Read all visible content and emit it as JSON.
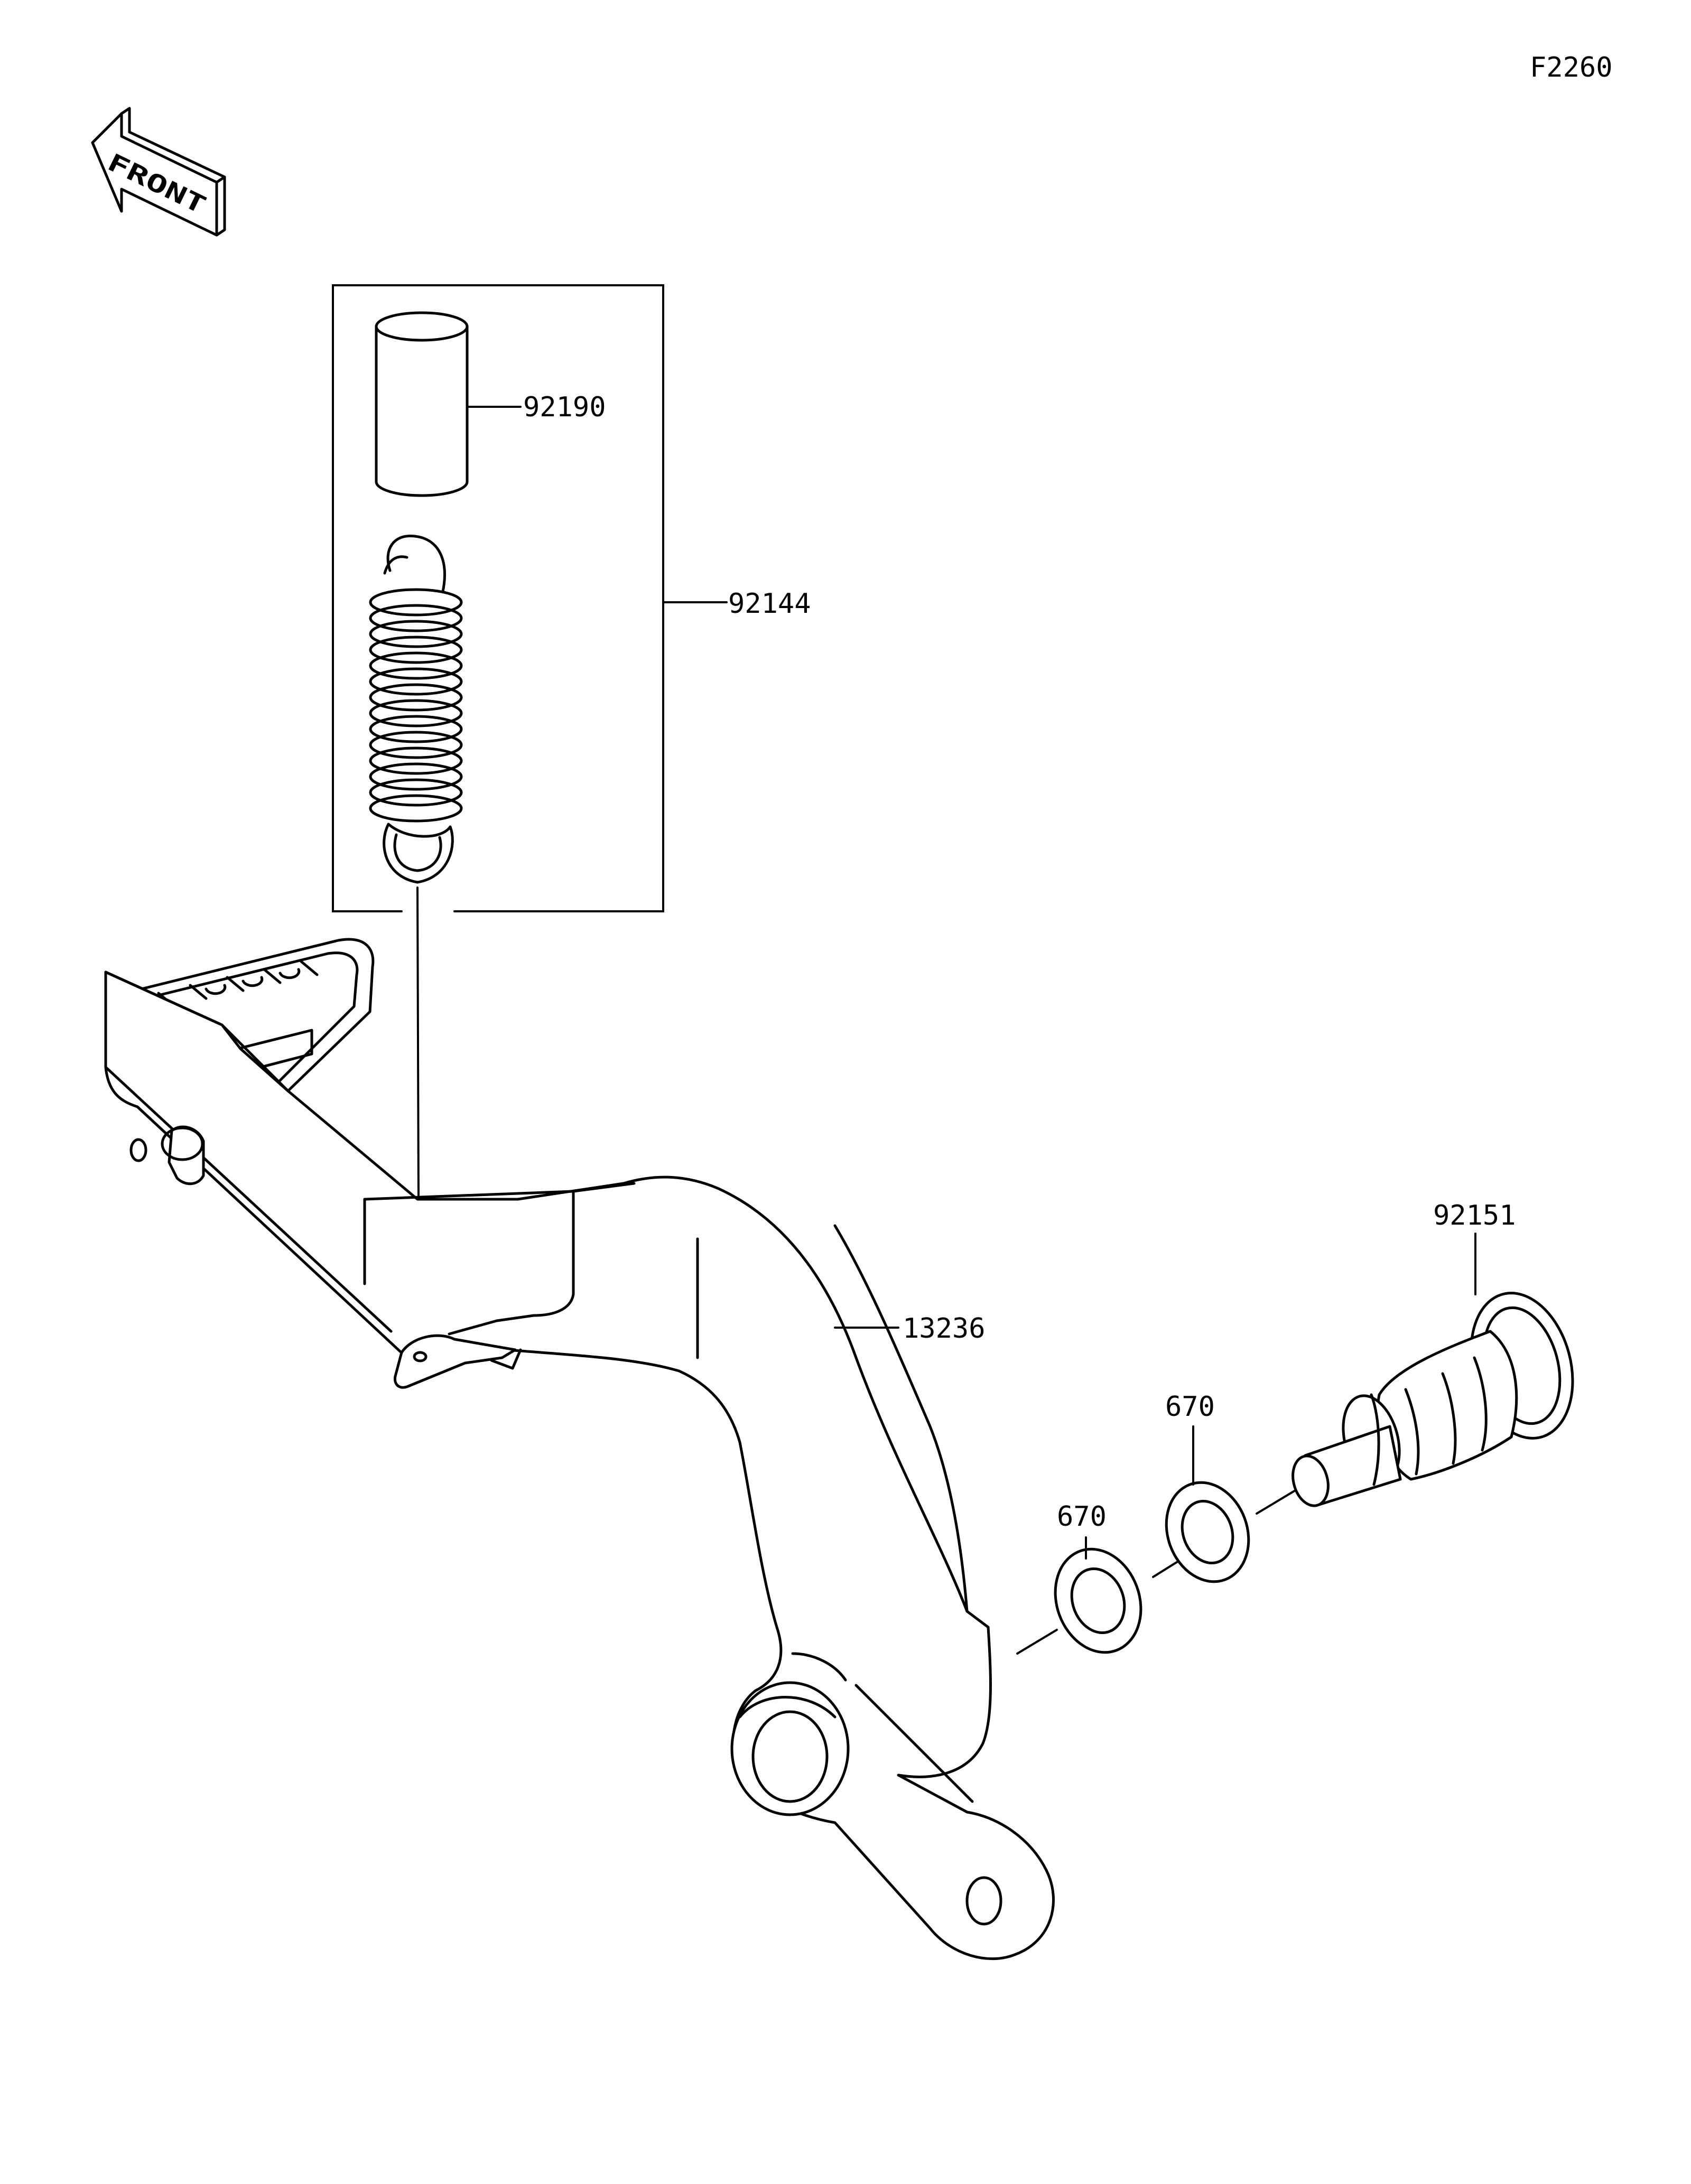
{
  "diagram_code": "F2260",
  "front_arrow": {
    "label": "FRONT",
    "icon": "front-direction-arrow-icon"
  },
  "callouts": {
    "collar": "92190",
    "spring_kit": "92144",
    "brake_pedal": "13236",
    "pivot_bolt": "92151",
    "washer_inner": "670",
    "washer_outer": "670"
  }
}
